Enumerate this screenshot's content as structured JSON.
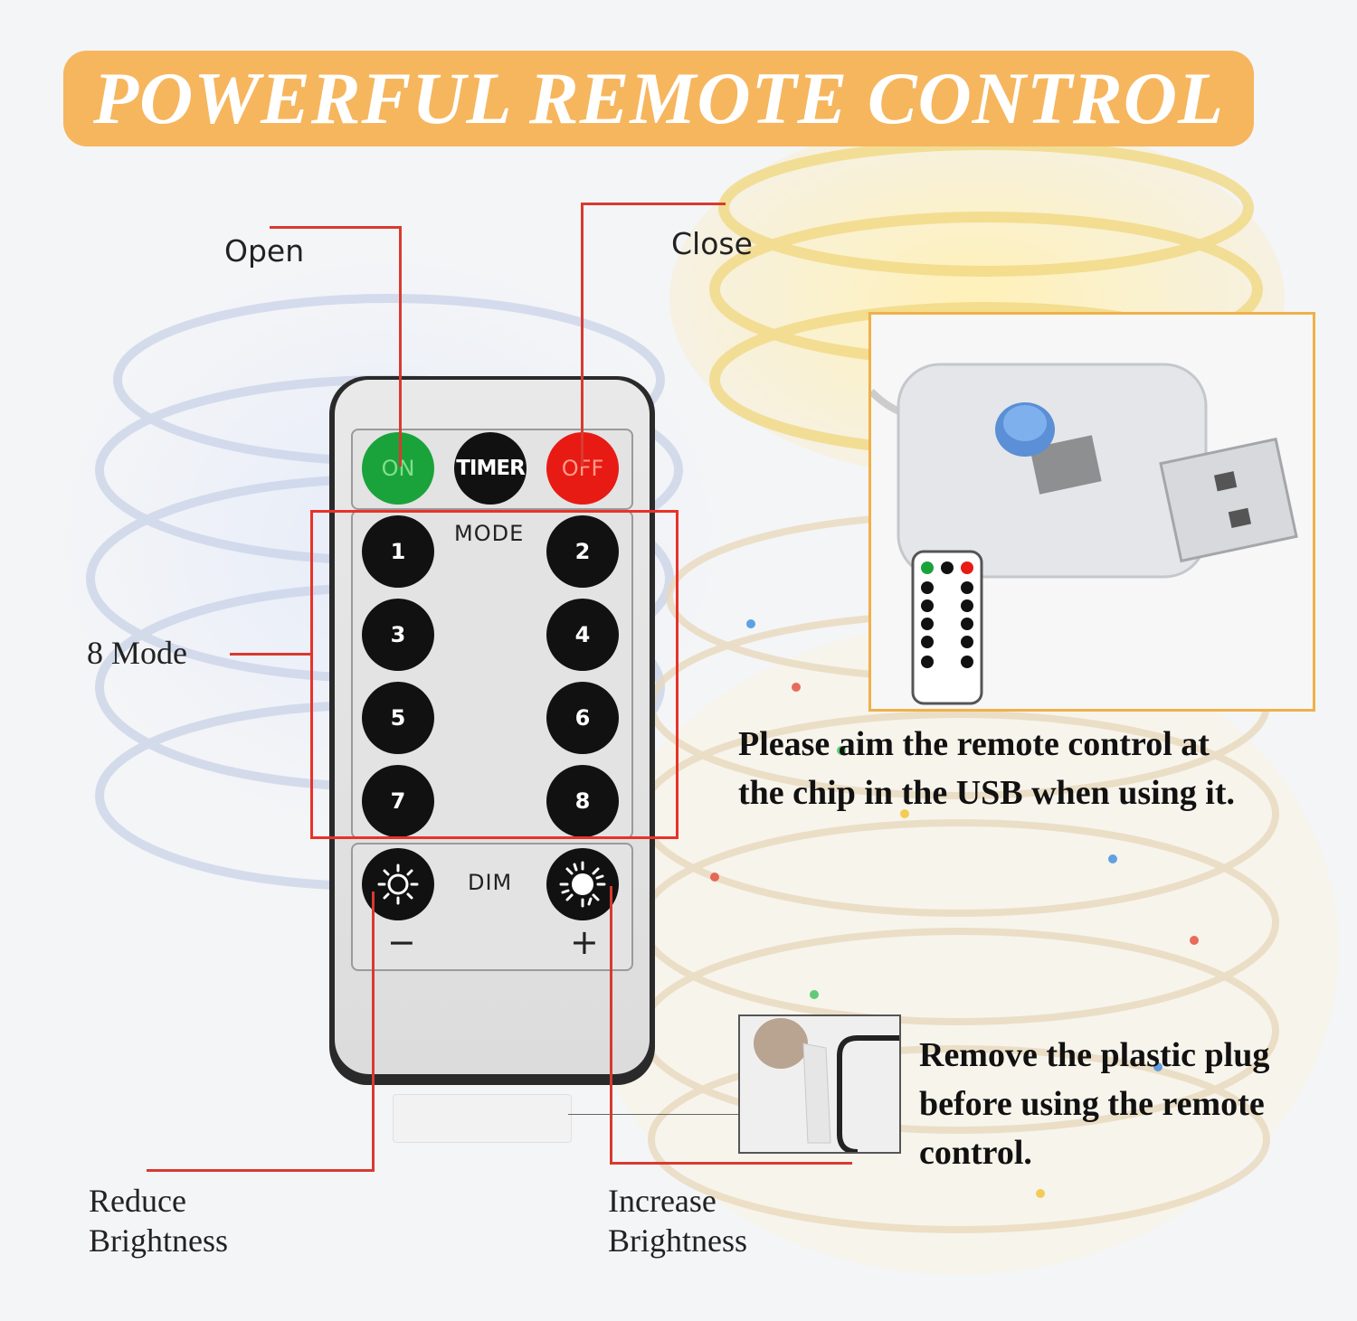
{
  "banner": {
    "title": "POWERFUL REMOTE CONTROL"
  },
  "callouts": {
    "open": "Open",
    "close": "Close",
    "mode": "8 Mode",
    "reduce": [
      "Reduce",
      "Brightness"
    ],
    "increase": [
      "Increase",
      "Brightness"
    ]
  },
  "remote": {
    "on": "ON",
    "timer": "TIMER",
    "off": "OFF",
    "mode_label": "MODE",
    "modes": [
      "1",
      "2",
      "3",
      "4",
      "5",
      "6",
      "7",
      "8"
    ],
    "dim_label": "DIM",
    "minus": "−",
    "plus": "+"
  },
  "notes": {
    "usb": [
      "Please aim the remote control at",
      "the chip in the USB when using it."
    ],
    "plug": [
      "Remove the plastic plug",
      "before using the remote",
      "control."
    ]
  },
  "colors": {
    "banner": "#f6b65e",
    "callout_line": "#d93a30",
    "on_button": "#1aa33a",
    "off_button": "#e81a14",
    "usb_frame": "#f0b04a"
  }
}
